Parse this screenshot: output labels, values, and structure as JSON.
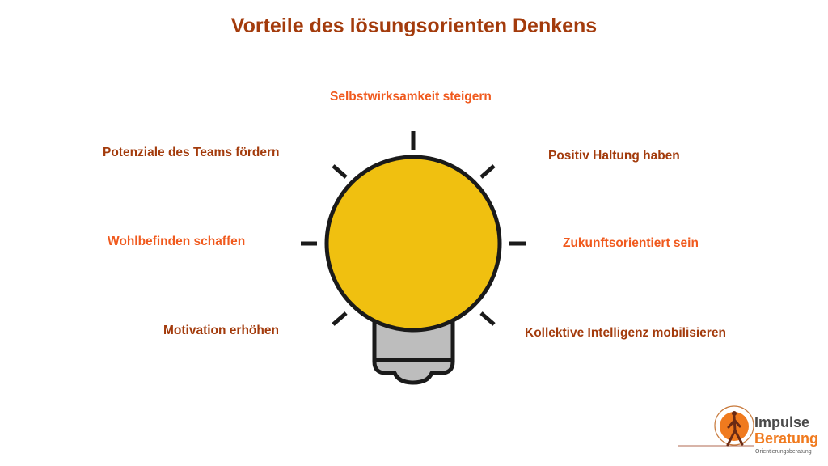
{
  "title": "Vorteile des lösungsorienten Denkens",
  "benefits": {
    "top": "Selbstwirksamkeit steigern",
    "upper_left": "Potenziale des Teams fördern",
    "upper_right": "Positiv Haltung haben",
    "mid_left": "Wohlbefinden schaffen",
    "mid_right": "Zukunftsorientiert sein",
    "lower_left": "Motivation erhöhen",
    "lower_right": "Kollektive Intelligenz mobilisieren"
  },
  "colors": {
    "title": "#a33b0c",
    "label_dark": "#a33b0c",
    "label_orange": "#f05a1e",
    "bulb_glass": "#f0c010",
    "bulb_base": "#bdbdbd",
    "outline": "#1a1a1a"
  },
  "logo": {
    "line1": "Impulse",
    "line2": "Beratung",
    "tagline": "Orientierungsberatung"
  }
}
